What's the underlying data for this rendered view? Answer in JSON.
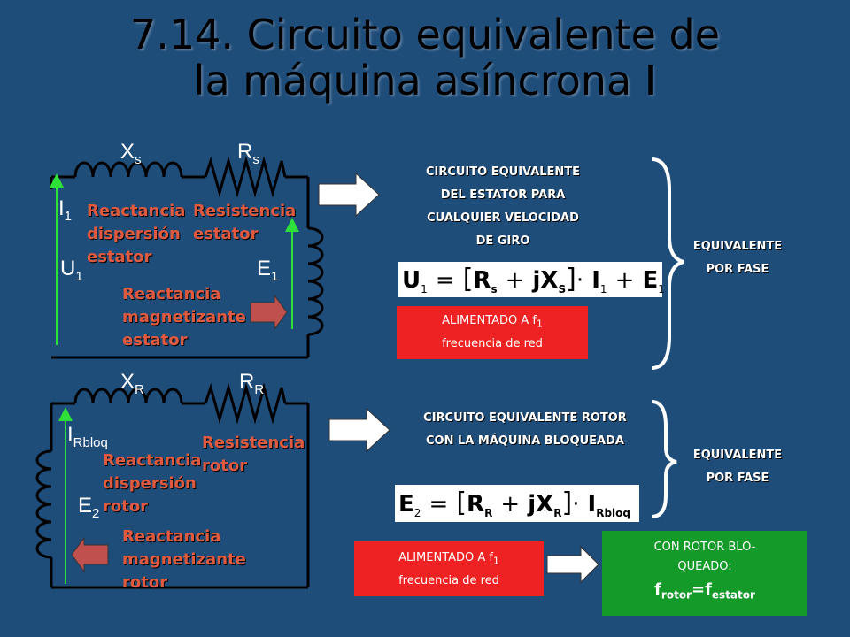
{
  "title": {
    "line1": "7.14. Circuito equivalente de",
    "line2": "la máquina asíncrona I"
  },
  "stator": {
    "xs": "X",
    "xs_sub": "s",
    "rs": "R",
    "rs_sub": "s",
    "i1": "I",
    "i1_sub": "1",
    "u1": "U",
    "u1_sub": "1",
    "e1": "E",
    "e1_sub": "1",
    "react_disp": [
      "Reactancia",
      "dispersión",
      "estator"
    ],
    "resist": [
      "Resistencia",
      "estator"
    ],
    "react_mag": [
      "Reactancia",
      "magnetizante",
      "estator"
    ],
    "note": [
      "CIRCUITO EQUIVALENTE",
      "DEL ESTATOR PARA",
      "CUALQUIER VELOCIDAD",
      "DE GIRO"
    ],
    "equivalente": [
      "EQUIVALENTE",
      "POR FASE"
    ],
    "equation": {
      "lhs": "U",
      "lhs_sub": "1",
      "eq": "=",
      "r": "R",
      "r_sub": "s",
      "plus": "+",
      "jx": "jX",
      "jx_sub": "S",
      "dot": "·",
      "i": "I",
      "i_sub": "1",
      "plus2": "+",
      "e": "E",
      "e_sub": "1"
    },
    "supply": {
      "line1": "ALIMENTADO A f",
      "line1_sub": "1",
      "line2": "frecuencia de red"
    }
  },
  "rotor": {
    "xr": "X",
    "xr_sub": "R",
    "rr": "R",
    "rr_sub": "R",
    "i": "I",
    "i_sub": "Rbloq",
    "e2": "E",
    "e2_sub": "2",
    "resist": [
      "Resistencia",
      "rotor"
    ],
    "react_disp": [
      "Reactancia",
      "dispersión",
      "rotor"
    ],
    "react_mag": [
      "Reactancia",
      "magnetizante",
      "rotor"
    ],
    "note": [
      "CIRCUITO EQUIVALENTE ROTOR",
      "CON LA MÁQUINA BLOQUEADA"
    ],
    "equivalente": [
      "EQUIVALENTE",
      "POR FASE"
    ],
    "equation": {
      "lhs": "E",
      "lhs_sub": "2",
      "eq": "=",
      "r": "R",
      "r_sub": "R",
      "plus": "+",
      "jx": "jX",
      "jx_sub": "R",
      "dot": "·",
      "i": "I",
      "i_sub": "Rbloq"
    },
    "supply": {
      "line1": "ALIMENTADO A f",
      "line1_sub": "1",
      "line2": "frecuencia de red"
    },
    "blocked": {
      "line1": "CON ROTOR BLO-",
      "line2": "QUEADO:",
      "f1": "f",
      "f1_sub": "rotor",
      "eq": "=f",
      "f2_sub": "estator"
    }
  }
}
